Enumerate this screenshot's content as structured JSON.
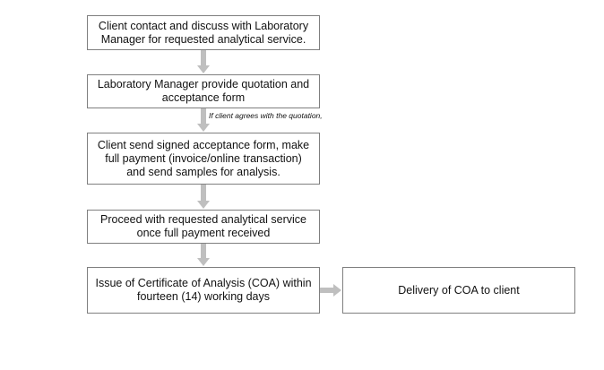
{
  "flowchart": {
    "steps": [
      {
        "id": "step1",
        "lines": [
          "Client contact and discuss with Laboratory",
          "Manager for requested analytical service."
        ]
      },
      {
        "id": "step2",
        "lines": [
          "Laboratory Manager provide quotation and",
          "acceptance form"
        ]
      },
      {
        "id": "step3",
        "lines": [
          "Client send signed acceptance form, make",
          "full payment (invoice/online transaction)",
          "and send samples for analysis."
        ]
      },
      {
        "id": "step4",
        "lines": [
          "Proceed with requested analytical service",
          "once full payment received"
        ]
      },
      {
        "id": "step5",
        "lines": [
          "Issue of Certificate of Analysis (COA) within",
          "fourteen (14) working days"
        ]
      },
      {
        "id": "step6",
        "lines": [
          "Delivery of COA to client"
        ]
      }
    ],
    "condition_note": "If client agrees with the quotation,",
    "colors": {
      "box_border": "#7f7f7f",
      "arrow": "#bfbfbf",
      "text": "#111111"
    }
  }
}
